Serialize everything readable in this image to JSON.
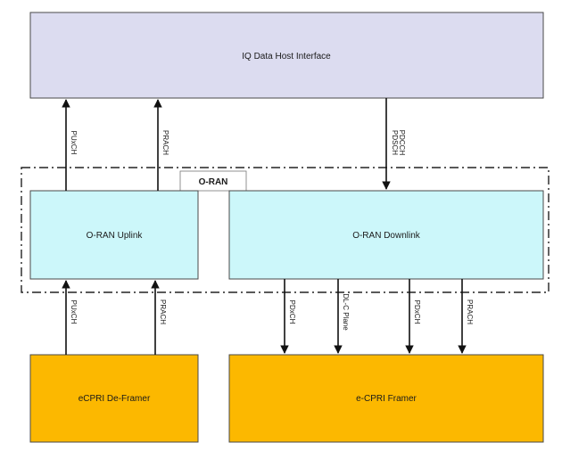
{
  "diagram": {
    "colors": {
      "host_fill": "#dcdcf0",
      "oran_fill": "#ccf7fa",
      "ecpri_fill": "#fcb800",
      "border": "#4a4a4a",
      "arrow": "#111111"
    },
    "group": {
      "label": "O-RAN"
    },
    "nodes": {
      "host": {
        "label": "IQ Data Host Interface"
      },
      "uplink": {
        "label": "O-RAN Uplink"
      },
      "downlink": {
        "label": "O-RAN Downlink"
      },
      "deframer": {
        "label": "eCPRI De-Framer"
      },
      "framer": {
        "label": "e-CPRI Framer"
      }
    },
    "edges": {
      "ul_host_puxch": {
        "label": "PUxCH"
      },
      "ul_host_prach": {
        "label": "PRACH"
      },
      "host_dl_pdsch": {
        "label": "PDSCH"
      },
      "host_dl_pdcch": {
        "label": "PDCCH"
      },
      "deframer_ul_puxch": {
        "label": "PUxCH"
      },
      "deframer_ul_prach": {
        "label": "PRACH"
      },
      "dl_framer_pdxch1": {
        "label": "PDxCH"
      },
      "dl_framer_dlc": {
        "label": "DL-C Plane"
      },
      "dl_framer_pdxch2": {
        "label": "PDxCH"
      },
      "dl_framer_prach": {
        "label": "PRACH"
      }
    }
  }
}
